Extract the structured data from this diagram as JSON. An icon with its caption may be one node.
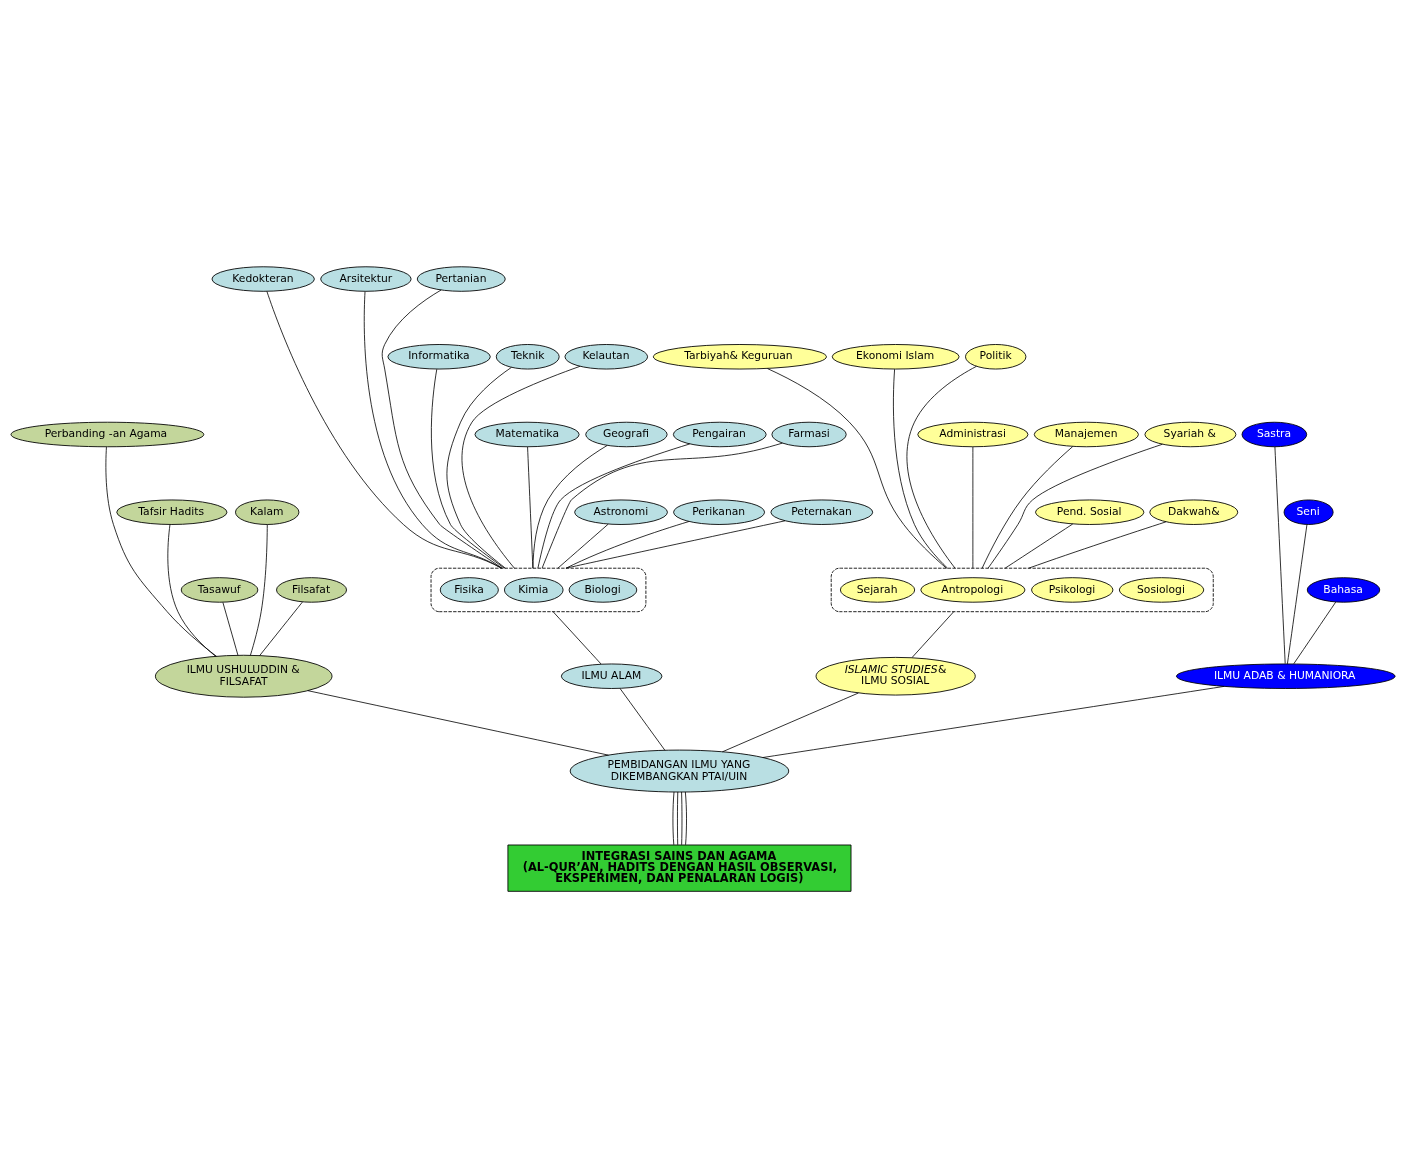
{
  "diagram": {
    "nodes": [
      {
        "text": [
          "Kedokteran"
        ]
      },
      {
        "text": [
          "Arsitektur"
        ]
      },
      {
        "text": [
          "Pertanian"
        ]
      },
      {
        "text": [
          "Informatika"
        ]
      },
      {
        "text": [
          "Teknik"
        ]
      },
      {
        "text": [
          "Kelautan"
        ]
      },
      {
        "text": [
          "Matematika"
        ]
      },
      {
        "text": [
          "Geografi"
        ]
      },
      {
        "text": [
          "Pengairan"
        ]
      },
      {
        "text": [
          "Farmasi"
        ]
      },
      {
        "text": [
          "Astronomi"
        ]
      },
      {
        "text": [
          "Perikanan"
        ]
      },
      {
        "text": [
          "Peternakan"
        ]
      },
      {
        "text": [
          "Tarbiyah& Keguruan"
        ]
      },
      {
        "text": [
          "Ekonomi Islam"
        ]
      },
      {
        "text": [
          "Politik"
        ]
      },
      {
        "text": [
          "Administrasi"
        ]
      },
      {
        "text": [
          "Manajemen"
        ]
      },
      {
        "text": [
          "Syariah &"
        ]
      },
      {
        "text": [
          "Pend. Sosial"
        ]
      },
      {
        "text": [
          "Dakwah&"
        ]
      },
      {
        "text": [
          "Perbanding -an Agama"
        ]
      },
      {
        "text": [
          "Tafsir Hadits"
        ]
      },
      {
        "text": [
          "Tasawuf"
        ]
      },
      {
        "text": [
          "Kalam"
        ]
      },
      {
        "text": [
          "Filsafat"
        ]
      },
      {
        "text": [
          "Sastra"
        ]
      },
      {
        "text": [
          "Seni"
        ]
      },
      {
        "text": [
          "Bahasa"
        ]
      },
      {
        "text": [],
        "shape": "ellipse"
      },
      {
        "text": [
          "Biologi"
        ],
        "in": 29
      },
      {
        "text": [
          "Kimia"
        ],
        "in": 29
      },
      {
        "text": [
          "Fisika"
        ],
        "in": 29
      },
      {
        "text": [],
        "shape": "ellipse"
      },
      {
        "text": [
          "Sosiologi"
        ],
        "in": 33
      },
      {
        "text": [
          "Psikologi"
        ],
        "in": 33
      },
      {
        "text": [
          "Antropologi"
        ],
        "in": 33
      },
      {
        "text": [
          "Sejarah"
        ],
        "in": 33
      },
      {
        "text": [
          "ILMU USHULUDDIN & FILSAFAT"
        ]
      },
      {
        "text": [
          "ILMU ALAM"
        ]
      },
      {
        "text": [
          "*ISLAMIC STUDIES*& ILMU SOSIAL"
        ]
      },
      {
        "text": [
          "ILMU ADAB & HUMANIORA"
        ]
      },
      {
        "text": [
          "PEMBIDANGAN ILMU YANG DIKEMBANGKAN PTAI/UIN"
        ]
      },
      {
        "text": [
          "INTEGRASI SAINS DAN AGAMA",
          "(AL-QUR’AN, HADITS DENGAN HASIL OBSERVASI, EKSPERIMEN, DAN PENALARAN LOGIS)"
        ]
      }
    ],
    "edges": [
      {
        "from": 43,
        "to": 42,
        "arrow": "none"
      },
      {
        "from": 43,
        "to": 42,
        "arrow": "none"
      },
      {
        "from": 43,
        "to": 42,
        "arrow": "none"
      },
      {
        "from": 43,
        "to": 42,
        "arrow": "none"
      },
      {
        "from": 42,
        "to": 39,
        "arrow": "none"
      },
      {
        "from": 42,
        "to": 40,
        "arrow": "none"
      },
      {
        "from": 42,
        "to": 41,
        "arrow": "none"
      },
      {
        "from": 42,
        "to": 38,
        "arrow": "none"
      },
      {
        "from": 39,
        "to": 29,
        "arrow": "none"
      },
      {
        "from": 29,
        "to": 0,
        "arrow": "none"
      },
      {
        "from": 29,
        "to": 1,
        "arrow": "none"
      },
      {
        "from": 29,
        "to": 2,
        "arrow": "none"
      },
      {
        "from": 29,
        "to": 3,
        "arrow": "none"
      },
      {
        "from": 29,
        "to": 4,
        "arrow": "none"
      },
      {
        "from": 29,
        "to": 5,
        "arrow": "none"
      },
      {
        "from": 29,
        "to": 6,
        "arrow": "none"
      },
      {
        "from": 29,
        "to": 7,
        "arrow": "none"
      },
      {
        "from": 29,
        "to": 8,
        "arrow": "none"
      },
      {
        "from": 29,
        "to": 9,
        "arrow": "none"
      },
      {
        "from": 29,
        "to": 10,
        "arrow": "none"
      },
      {
        "from": 29,
        "to": 11,
        "arrow": "none"
      },
      {
        "from": 29,
        "to": 12,
        "arrow": "none"
      },
      {
        "from": 40,
        "to": 33,
        "arrow": "none"
      },
      {
        "from": 33,
        "to": 13,
        "arrow": "none"
      },
      {
        "from": 33,
        "to": 14,
        "arrow": "none"
      },
      {
        "from": 33,
        "to": 15,
        "arrow": "none"
      },
      {
        "from": 33,
        "to": 16,
        "arrow": "none"
      },
      {
        "from": 33,
        "to": 17,
        "arrow": "none"
      },
      {
        "from": 33,
        "to": 18,
        "arrow": "none"
      },
      {
        "from": 33,
        "to": 19,
        "arrow": "none"
      },
      {
        "from": 33,
        "to": 20,
        "arrow": "none"
      },
      {
        "from": 41,
        "to": 26,
        "arrow": "none"
      },
      {
        "from": 41,
        "to": 27,
        "arrow": "none"
      },
      {
        "from": 41,
        "to": 28,
        "arrow": "none"
      },
      {
        "from": 38,
        "to": 21,
        "arrow": "none"
      },
      {
        "from": 38,
        "to": 22,
        "arrow": "none"
      },
      {
        "from": 38,
        "to": 23,
        "arrow": "none"
      },
      {
        "from": 38,
        "to": 24,
        "arrow": "none"
      },
      {
        "from": 38,
        "to": 25,
        "arrow": "none"
      }
    ]
  }
}
